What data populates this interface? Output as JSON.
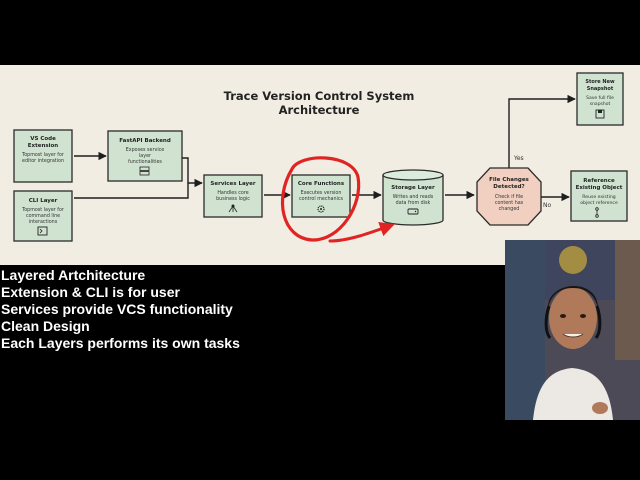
{
  "diagram": {
    "title_line1": "Trace Version Control System",
    "title_line2": "Architecture",
    "nodes": {
      "vscode": {
        "title": [
          "VS Code",
          "Extension"
        ],
        "desc": [
          "Topmost layer for",
          "editor integration"
        ]
      },
      "cli": {
        "title": [
          "CLI Layer"
        ],
        "desc": [
          "Topmost layer for",
          "command line",
          "interactions"
        ]
      },
      "fastapi": {
        "title": [
          "FastAPI Backend"
        ],
        "desc": [
          "Exposes service",
          "layer",
          "functionalities"
        ]
      },
      "services": {
        "title": [
          "Services Layer"
        ],
        "desc": [
          "Handles core",
          "business logic"
        ]
      },
      "core": {
        "title": [
          "Core Functions"
        ],
        "desc": [
          "Executes version",
          "control mechanics"
        ]
      },
      "storage": {
        "title": [
          "Storage Layer"
        ],
        "desc": [
          "Writes and reads",
          "data from disk"
        ]
      },
      "decision": {
        "title": [
          "File Changes",
          "Detected?"
        ],
        "desc": [
          "Check if file",
          "content has",
          "changed"
        ]
      },
      "snapshot": {
        "title": [
          "Store New",
          "Snapshot"
        ],
        "desc": [
          "Save full file",
          "snapshot"
        ]
      },
      "reference": {
        "title": [
          "Reference",
          "Existing Object"
        ],
        "desc": [
          "Reuse existing",
          "object reference"
        ]
      }
    },
    "yes_label": "Yes",
    "no_label": "No",
    "colors": {
      "background": "#f2ede3",
      "node_fill": "#cfe3d0",
      "highlight": "#e02424",
      "stroke": "#2b2b2b"
    }
  },
  "bullets": [
    "Layered Artchitecture",
    "Extension & CLI is for user",
    "Services provide VCS functionality",
    "Clean Design",
    "Each Layers performs its own tasks"
  ]
}
